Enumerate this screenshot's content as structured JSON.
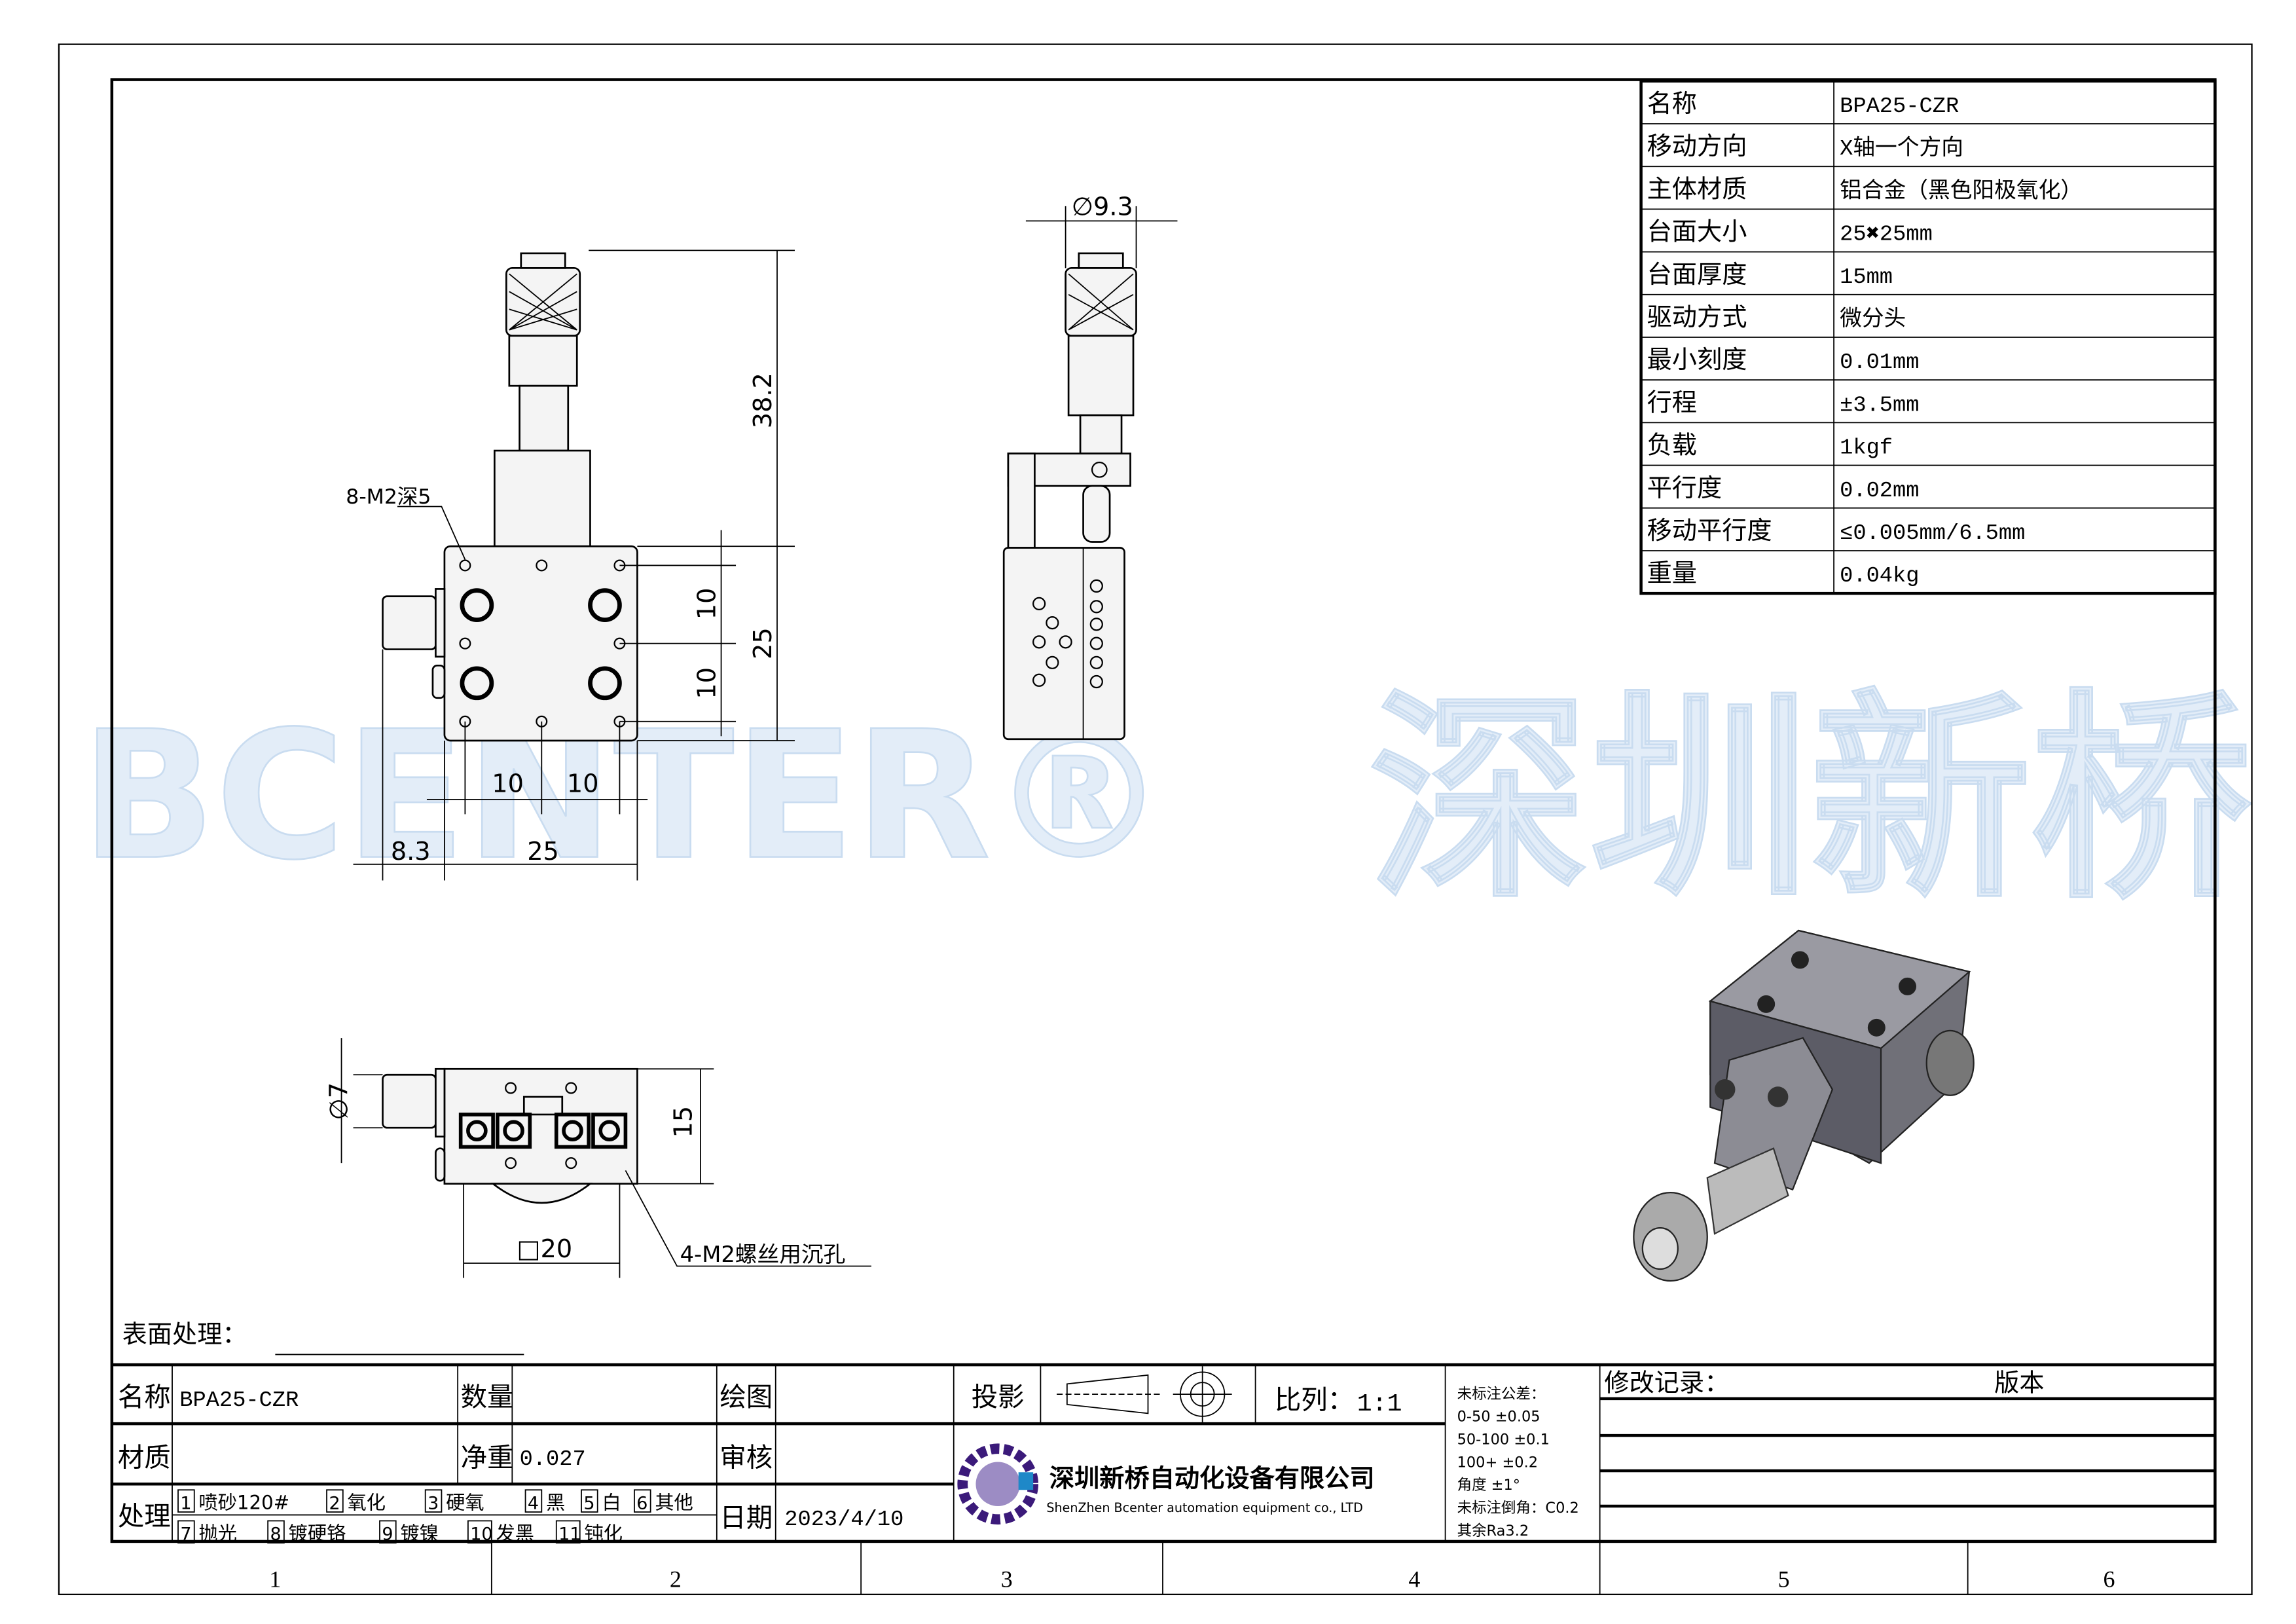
{
  "watermark": {
    "left": "BCENTER®",
    "right": "深圳新桥"
  },
  "spec_table": [
    {
      "label": "名称",
      "value": "BPA25-CZR"
    },
    {
      "label": "移动方向",
      "value": "X轴一个方向"
    },
    {
      "label": "主体材质",
      "value": "铝合金（黑色阳极氧化）"
    },
    {
      "label": "台面大小",
      "value": "25✖25mm"
    },
    {
      "label": "台面厚度",
      "value": "15mm"
    },
    {
      "label": "驱动方式",
      "value": "微分头"
    },
    {
      "label": "最小刻度",
      "value": "0.01mm"
    },
    {
      "label": "行程",
      "value": "±3.5mm"
    },
    {
      "label": "负载",
      "value": "1kgf"
    },
    {
      "label": "平行度",
      "value": "0.02mm"
    },
    {
      "label": "移动平行度",
      "value": "≤0.005mm/6.5mm"
    },
    {
      "label": "重量",
      "value": "0.04kg"
    }
  ],
  "dimensions": {
    "d38": "38.2",
    "d25v": "25",
    "d10a": "10",
    "d10b": "10",
    "d10h1": "10",
    "d10h2": "10",
    "d83": "8.3",
    "d25h": "25",
    "holes_top": "8-M2深5",
    "dia93": "∅9.3",
    "dia7": "∅7",
    "d15": "15",
    "sq20": "□20",
    "holes_bottom": "4-M2螺丝用沉孔"
  },
  "surface": {
    "label": "表面处理："
  },
  "title_block": {
    "name_label": "名称",
    "name_value": "BPA25-CZR",
    "qty_label": "数量",
    "draw_label": "绘图",
    "proj_label": "投影",
    "scale_label": "比列：",
    "scale_value": "1:1",
    "material_label": "材质",
    "weight_label": "净重",
    "weight_value": "0.027",
    "review_label": "审核",
    "process_label": "处理",
    "process_row1": [
      "1",
      "喷砂120#",
      "2",
      "氧化",
      "3",
      "硬氧",
      "4",
      "黑",
      "5",
      "白",
      "6",
      "其他"
    ],
    "process_row2": [
      "7",
      "抛光",
      "8",
      "镀硬铬",
      "9",
      "镀镍",
      "10",
      "发黑",
      "11",
      "钝化"
    ],
    "date_label": "日期",
    "date_value": "2023/4/10",
    "company_cn": "深圳新桥自动化设备有限公司",
    "company_en": "ShenZhen Bcenter automation equipment co., LTD",
    "tolerance": [
      "未标注公差：",
      "0-50    ±0.05",
      "50-100  ±0.1",
      "100+    ±0.2",
      "角度 ±1°",
      "未标注倒角：C0.2",
      "其余Ra3.2"
    ],
    "revision_label": "修改记录：",
    "version_label": "版本"
  },
  "zones": [
    "1",
    "2",
    "3",
    "4",
    "5",
    "6"
  ],
  "colors": {
    "logo_purple": "#3b1a7a",
    "logo_blue": "#1e88c8"
  }
}
